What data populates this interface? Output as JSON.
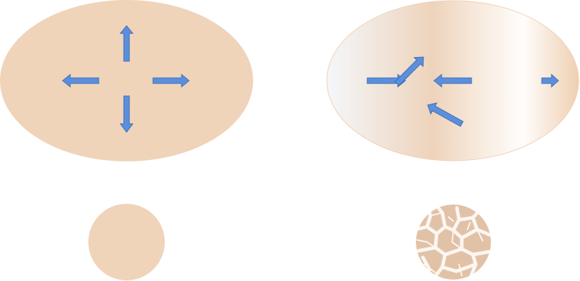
{
  "colors": {
    "background": "#ffffff",
    "skin_fill": "#efd4ba",
    "skin_outline": "#efd0b3",
    "arrow_fill": "#5b8fdc",
    "arrow_stroke": "#3f6fb8",
    "gradient_stops": [
      "#f4f7fa",
      "#eed3bb",
      "#f8ece0",
      "#fffdfb",
      "#efcfb2"
    ],
    "crack_plate_fill": "#e2c2a7",
    "crack_line": "#fbf6f1"
  },
  "icons": {
    "arrow": "block-arrow-icon",
    "crack": "crack-pattern-icon"
  },
  "panels": [
    {
      "name": "uniform-ellipse",
      "description_visible": false
    },
    {
      "name": "gradient-ellipse",
      "description_visible": false
    },
    {
      "name": "plain-disc",
      "description_visible": false
    },
    {
      "name": "cracked-disc",
      "description_visible": false
    }
  ]
}
